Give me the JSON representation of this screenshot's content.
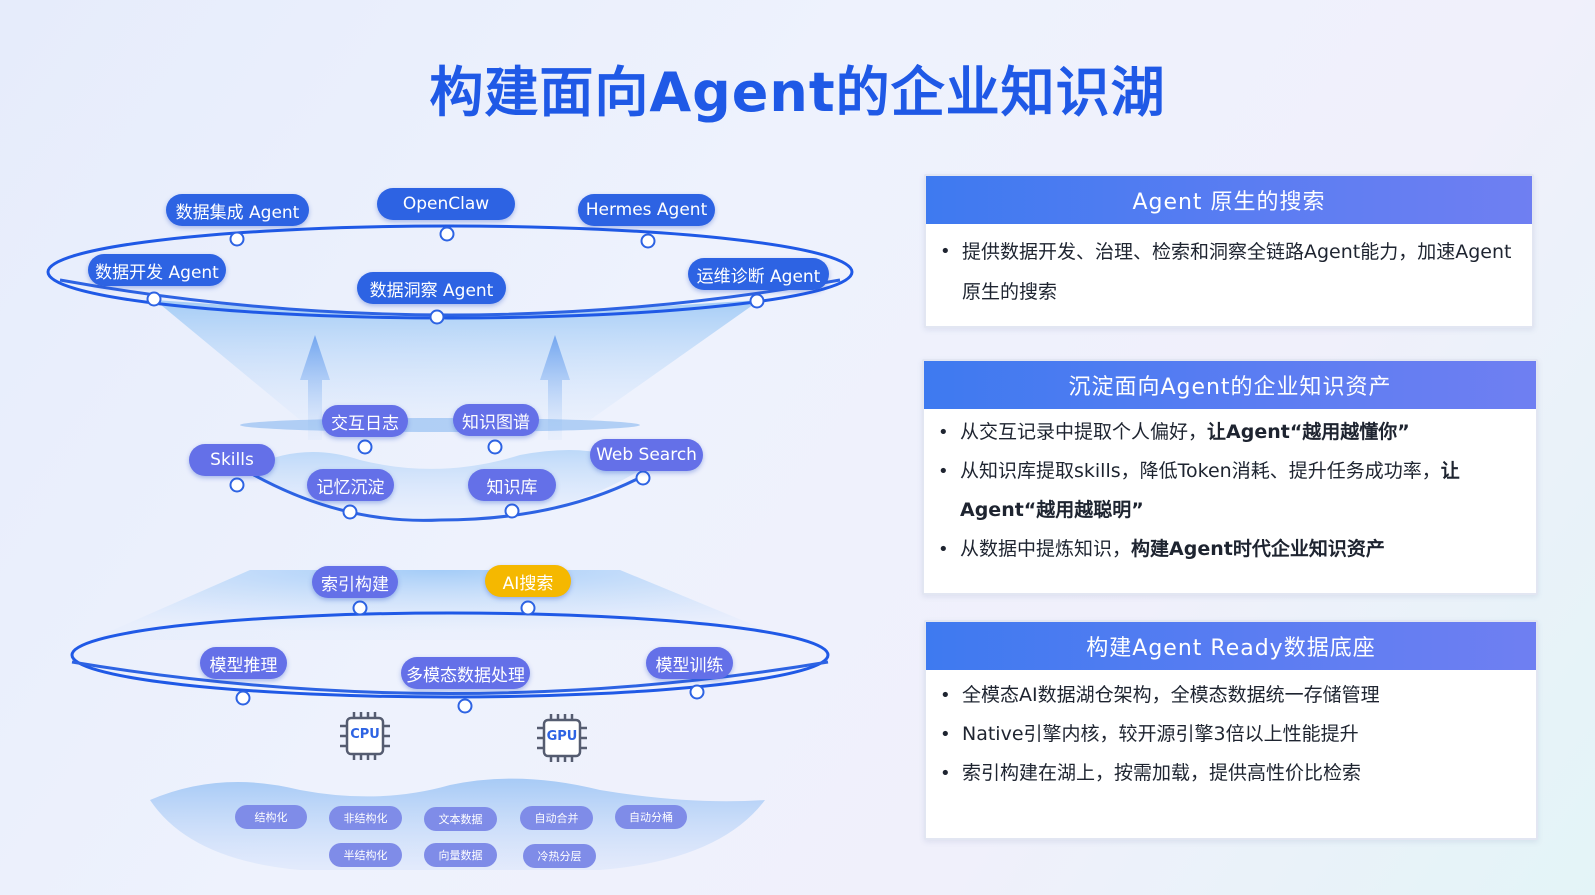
{
  "title": "构建面向Agent的企业知识湖",
  "top_layer": {
    "pills": [
      "数据集成 Agent",
      "OpenClaw",
      "Hermes Agent",
      "数据开发 Agent",
      "数据洞察 Agent",
      "运维诊断 Agent"
    ]
  },
  "middle_layer": {
    "pills": [
      "交互日志",
      "知识图谱",
      "Skills",
      "Web Search",
      "记忆沉淀",
      "知识库"
    ]
  },
  "lower_layer": {
    "pills": [
      "索引构建",
      "AI搜索",
      "模型推理",
      "多模态数据处理",
      "模型训练"
    ]
  },
  "chips": [
    "CPU",
    "GPU"
  ],
  "base_layer": {
    "pills": [
      "结构化",
      "非结构化",
      "文本数据",
      "自动合并",
      "自动分桶",
      "半结构化",
      "向量数据",
      "冷热分层"
    ]
  },
  "panels": [
    {
      "title": "Agent 原生的搜索",
      "items": [
        {
          "text": "提供数据开发、治理、检索和洞察全链路Agent能力，加速Agent 原生的搜索",
          "bold": ""
        }
      ]
    },
    {
      "title": "沉淀面向Agent的企业知识资产",
      "items": [
        {
          "text": "从交互记录中提取个人偏好，",
          "bold": "让Agent“越用越懂你”"
        },
        {
          "text": "从知识库提取skills，降低Token消耗、提升任务成功率，",
          "bold": "让Agent“越用越聪明”"
        },
        {
          "text": "从数据中提炼知识，",
          "bold": "构建Agent时代企业知识资产"
        }
      ]
    },
    {
      "title": "构建Agent Ready数据底座",
      "items": [
        {
          "text": "全模态AI数据湖仓架构，全模态数据统一存储管理",
          "bold": ""
        },
        {
          "text": "Native引擎内核，较开源引擎3倍以上性能提升",
          "bold": ""
        },
        {
          "text": "索引构建在湖上，按需加载，提供高性价比检索",
          "bold": ""
        }
      ]
    }
  ],
  "colors": {
    "accent": "#2d63e3",
    "accent_purple": "#6470e8",
    "highlight_gold": "#f5b800",
    "title": "#1f59e6"
  }
}
